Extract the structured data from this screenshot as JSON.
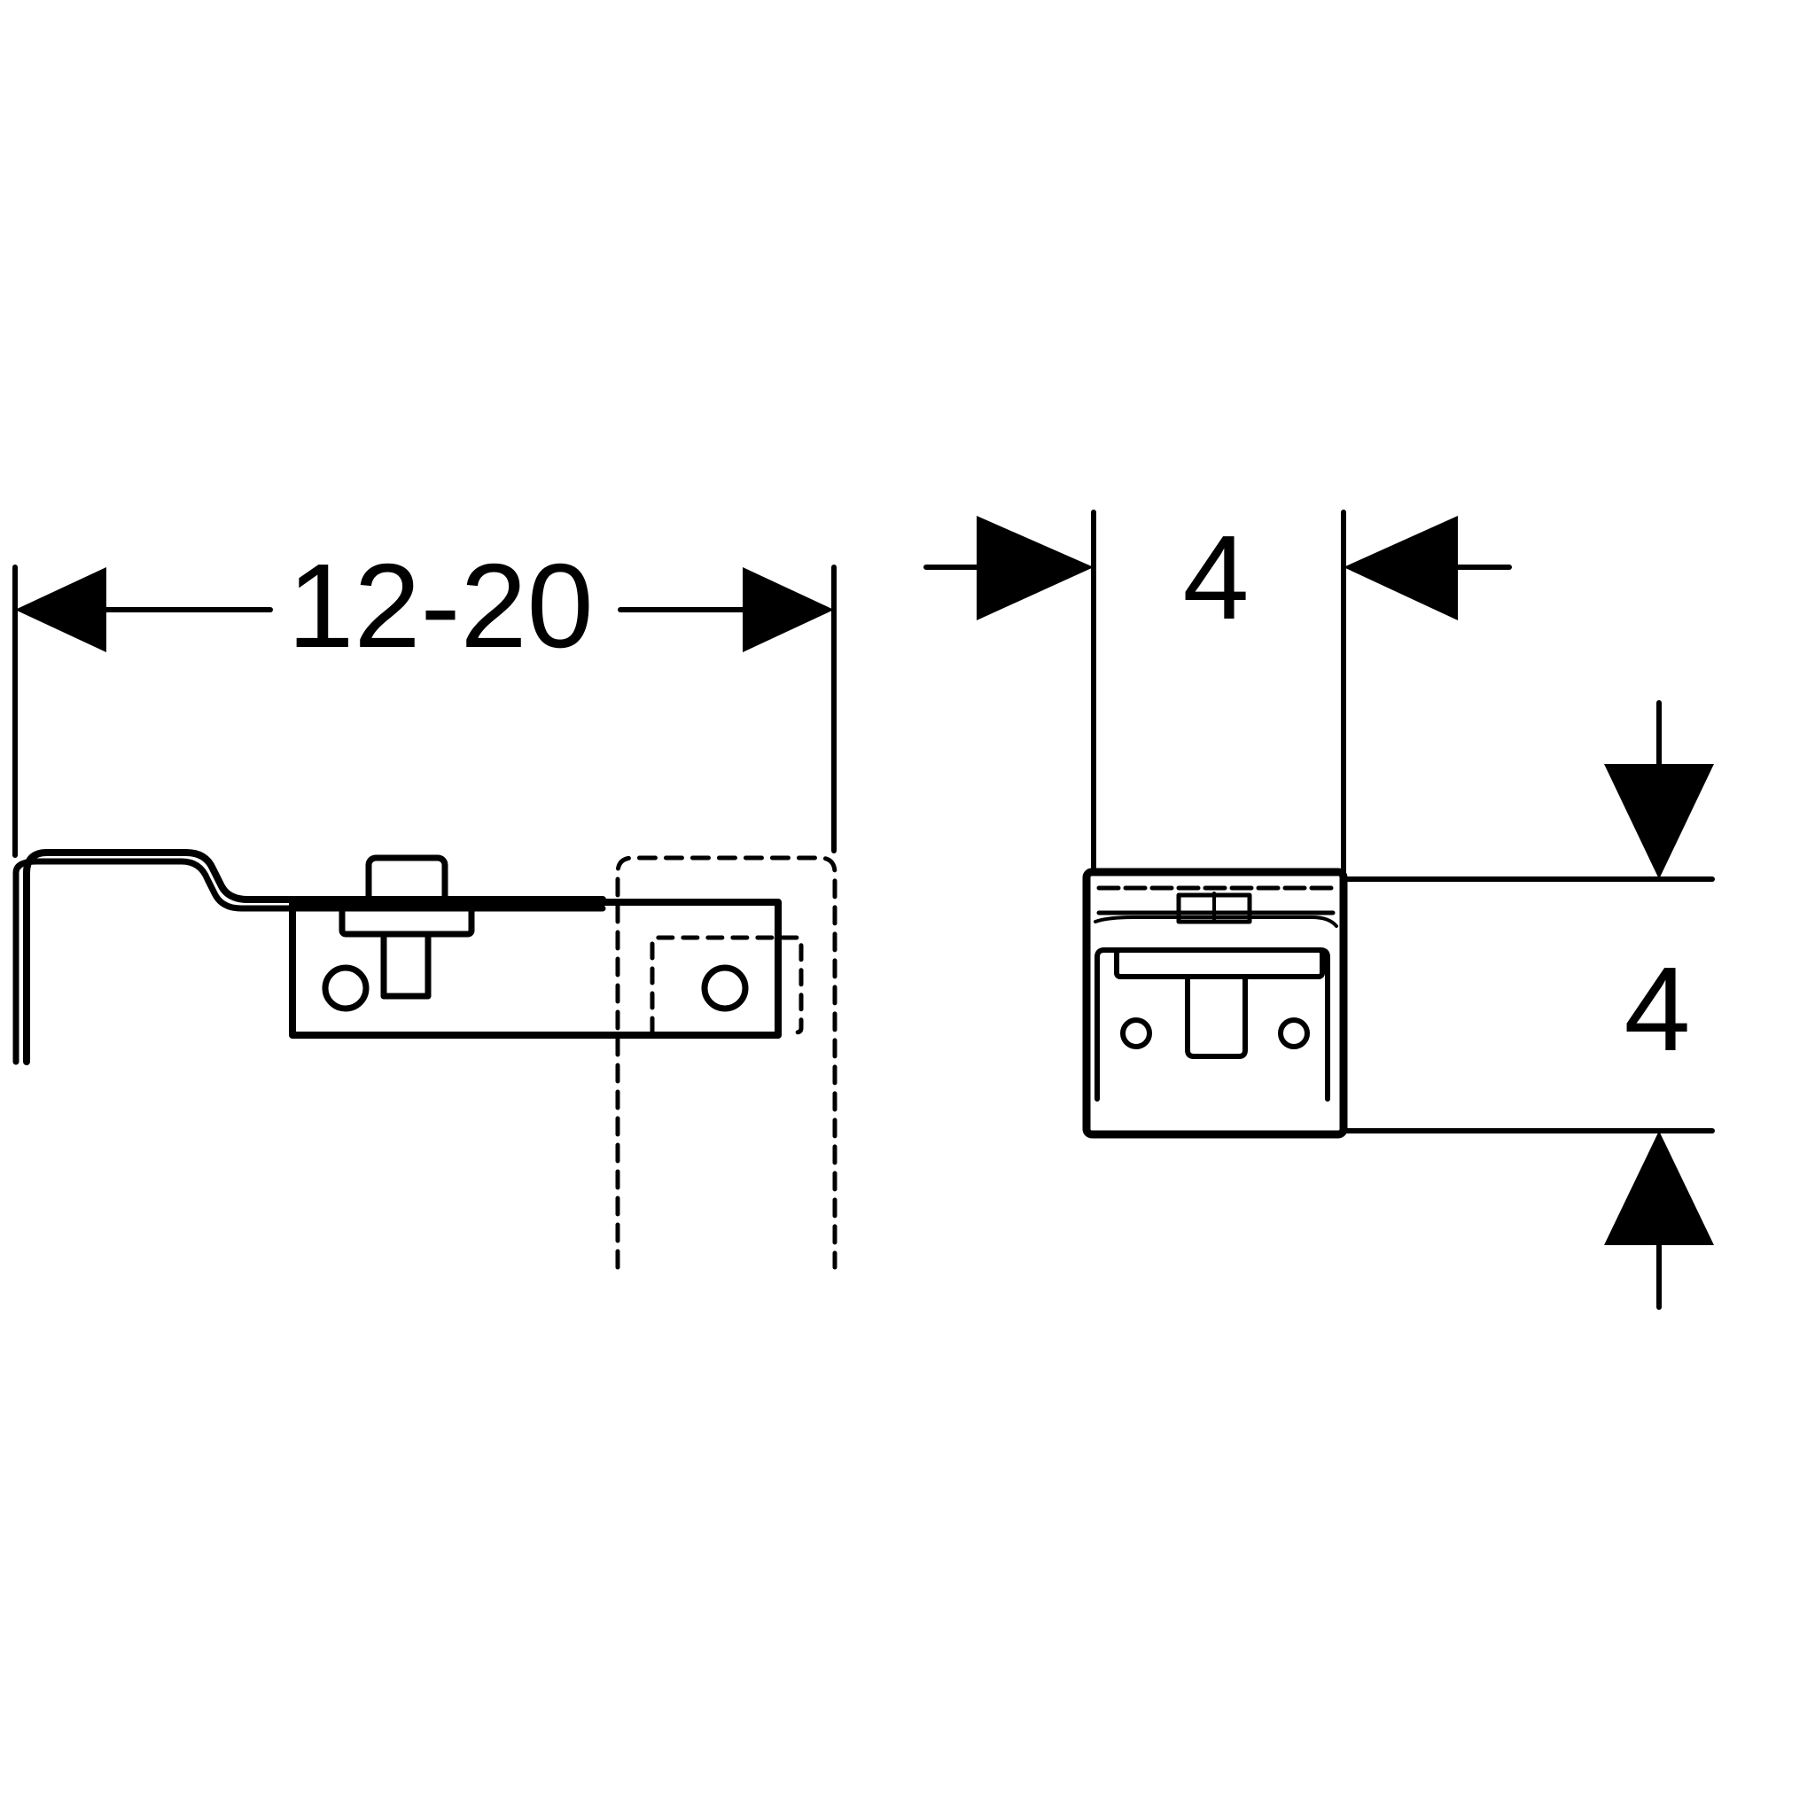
{
  "side_view": {
    "width_dimension": "12-20"
  },
  "front_view": {
    "width_dimension": "4",
    "height_dimension": "4"
  },
  "colors": {
    "line": "#000000",
    "background": "#ffffff"
  }
}
